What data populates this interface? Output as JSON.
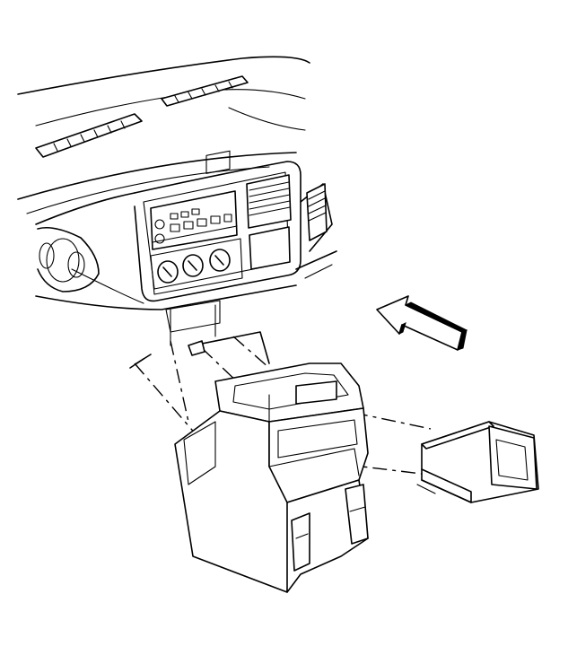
{
  "diagram": {
    "components": [
      {
        "id": "windshield-defrost-vents",
        "icon": "vent-slots"
      },
      {
        "id": "instrument-panel",
        "icon": "dashboard"
      },
      {
        "id": "instrument-cluster-gauges",
        "icon": "gauge-circles"
      },
      {
        "id": "radio-head-unit",
        "icon": "radio"
      },
      {
        "id": "hvac-control-knobs",
        "icon": "knobs"
      },
      {
        "id": "center-air-vents",
        "icon": "vent-louvers"
      },
      {
        "id": "floor-console",
        "icon": "console"
      },
      {
        "id": "console-insert-pocket",
        "icon": "tray"
      },
      {
        "id": "console-fastener-bolt",
        "icon": "bolt"
      },
      {
        "id": "direction-arrow",
        "icon": "arrow-icon"
      }
    ]
  }
}
